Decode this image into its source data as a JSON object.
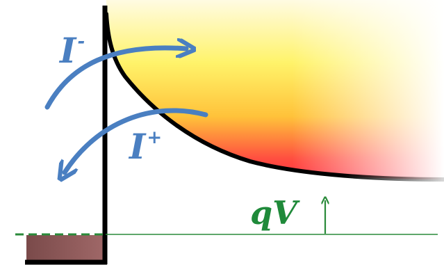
{
  "labels": {
    "current_minus_base": "I",
    "current_minus_sup": "-",
    "current_plus_base": "I",
    "current_plus_sup": "+",
    "energy_shift": "qV"
  },
  "colors": {
    "barrier": "#000000",
    "arrow": "#4a7fc1",
    "energy_label": "#1f8a3a",
    "fermi_line": "#2a8a3a",
    "metal_fill": "#8b5a5a",
    "gradient_top": "#fff8c8",
    "gradient_mid": "#ffd060",
    "gradient_hot": "#ff3b3b"
  }
}
